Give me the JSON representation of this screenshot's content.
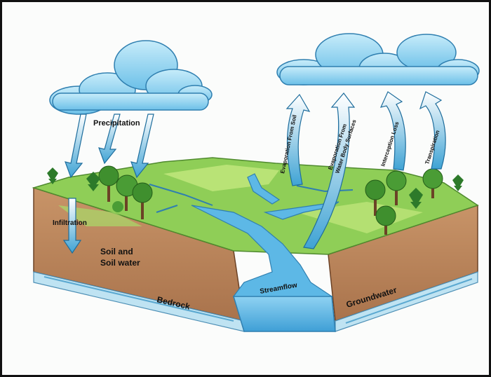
{
  "colors": {
    "cloud": "#8fd0ee",
    "cloud_light": "#e8f6fc",
    "grass": "#8fce57",
    "grass_light": "#c3e87e",
    "soil": "#b8825a",
    "soil_dark": "#8d5a36",
    "water": "#5db8e6",
    "arrow": "#3fa3d4",
    "tree": "#3f8f2e",
    "trunk": "#6b4226"
  },
  "labels": {
    "precipitation": "Precipitation",
    "infiltration": "Infiltration",
    "soil_line1": "Soil and",
    "soil_line2": "Soil water",
    "streamflow": "Streamflow",
    "bedrock": "Bedrock",
    "groundwater": "Groundwater",
    "evap_soil": "Evaporation From Soil",
    "evap_water_line1": "Evaporation From",
    "evap_water_line2": "Water Body Surfaces",
    "interception": "Interception Loss",
    "transpiration": "Transpiration"
  }
}
